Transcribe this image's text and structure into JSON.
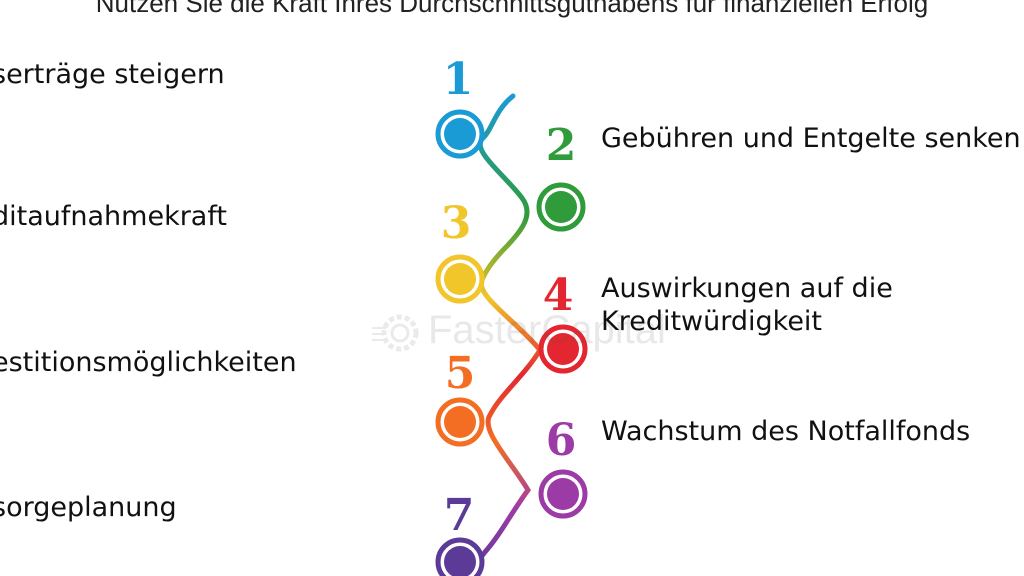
{
  "title": "Nutzen Sie die Kraft Ihres Durchschnittsguthabens für finanziellen Erfolg",
  "items": [
    {
      "number": "1",
      "label": "serträge steigern",
      "color": "#1a9bd6"
    },
    {
      "number": "2",
      "label": "Gebühren und Entgelte senken",
      "color": "#2f9b3a"
    },
    {
      "number": "3",
      "label": "ditaufnahmekraft",
      "color": "#f1c62b"
    },
    {
      "number": "4",
      "label": "Auswirkungen auf die Kreditwürdigkeit",
      "label_line1": "Auswirkungen auf die",
      "label_line2": "Kreditwürdigkeit",
      "color": "#e3262f"
    },
    {
      "number": "5",
      "label": "estitionsmöglichkeiten",
      "color": "#f36e23"
    },
    {
      "number": "6",
      "label": "Wachstum des Notfallfonds",
      "color": "#9d3ba6"
    },
    {
      "number": "7",
      "label": "sorgeplanung",
      "color": "#5b3a98"
    }
  ],
  "watermark": "FasterCapital"
}
